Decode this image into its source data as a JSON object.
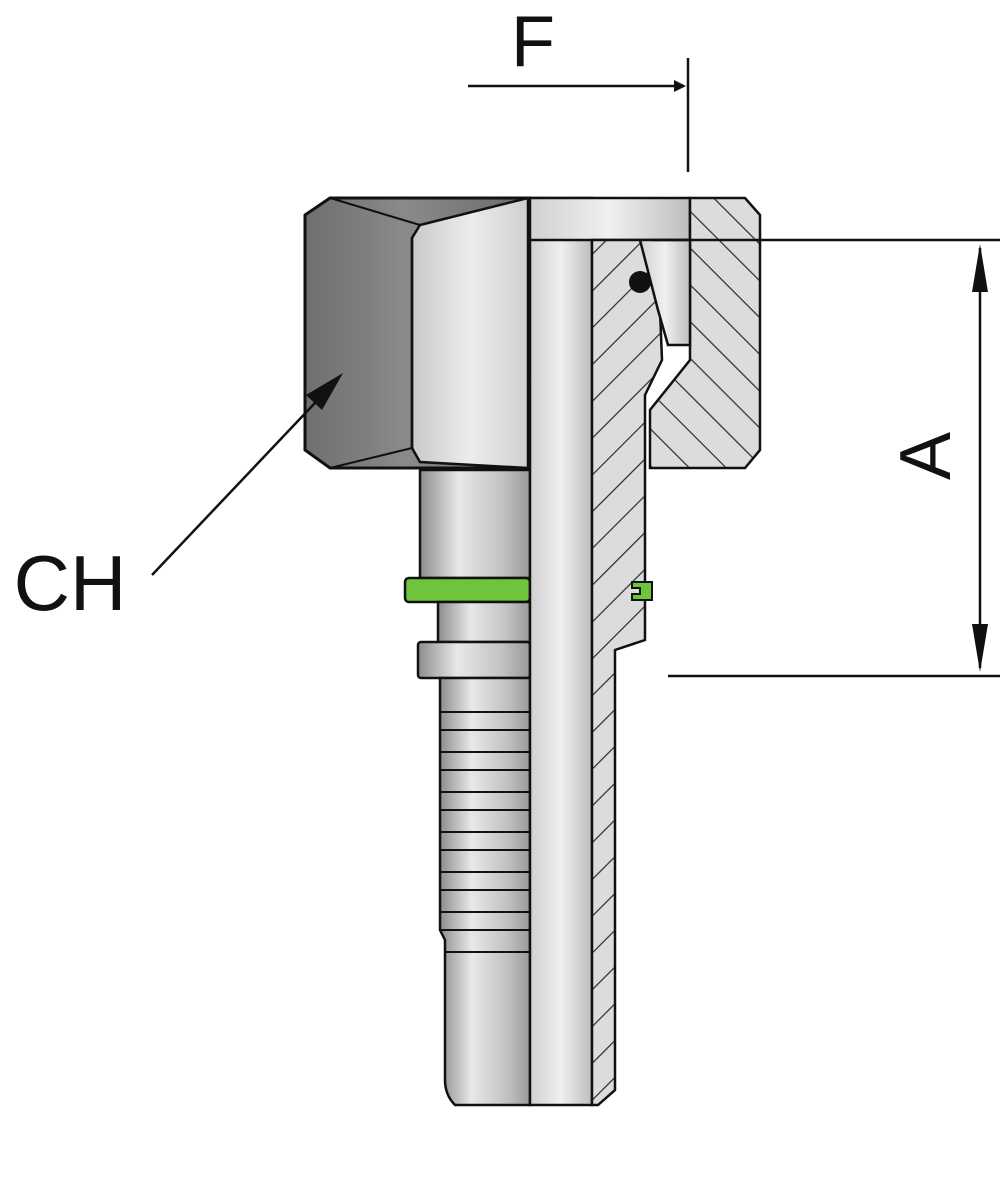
{
  "labels": {
    "f": "F",
    "a": "A",
    "ch": "CH"
  },
  "colors": {
    "background": "#ffffff",
    "line": "#111111",
    "hex_dark_face": "#7a7a7a",
    "hex_light_face": "#d6d6d6",
    "metal_light": "#e4e4e4",
    "metal_mid": "#b5b5b5",
    "metal_dark": "#8d8d8d",
    "section_fill": "#dcdcdc",
    "o_ring": "#6ec43b"
  }
}
